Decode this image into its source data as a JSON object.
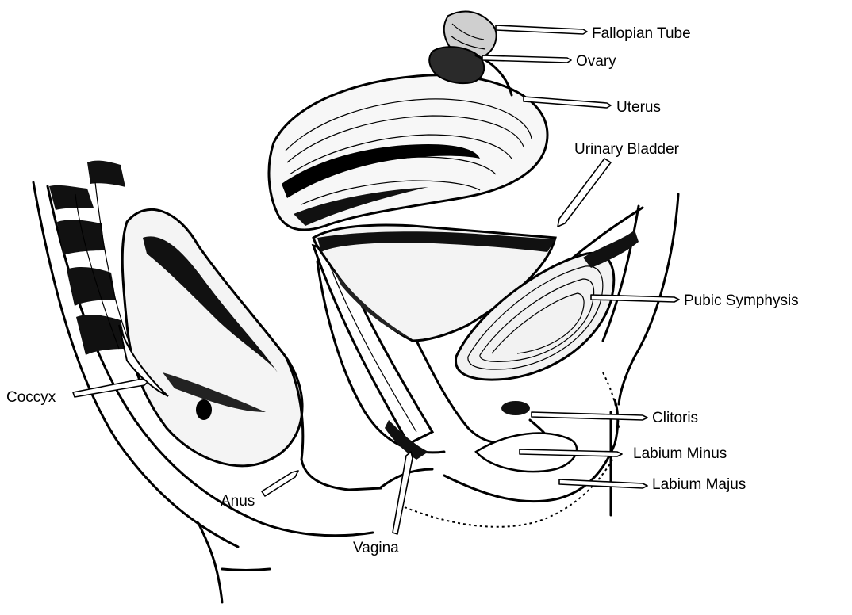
{
  "labels": {
    "fallopian_tube": "Fallopian Tube",
    "ovary": "Ovary",
    "uterus": "Uterus",
    "urinary_bladder": "Urinary Bladder",
    "pubic_symphysis": "Pubic Symphysis",
    "coccyx": "Coccyx",
    "clitoris": "Clitoris",
    "labium_minus": "Labium Minus",
    "labium_majus": "Labium Majus",
    "anus": "Anus",
    "vagina": "Vagina"
  },
  "colors": {
    "ink": "#000000",
    "paper": "#ffffff"
  }
}
